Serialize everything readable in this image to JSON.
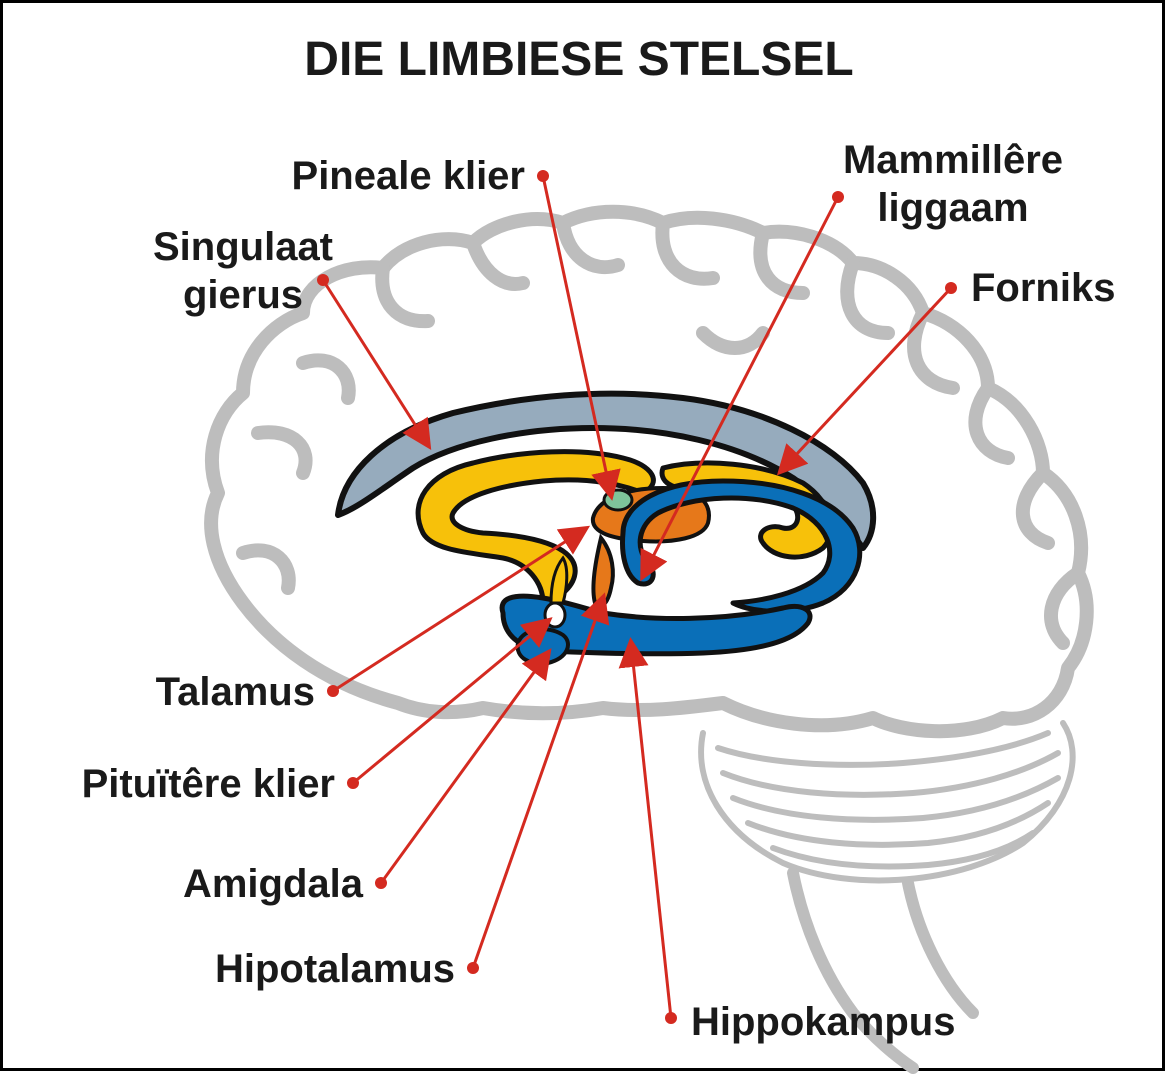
{
  "title": "DIE LIMBIESE STELSEL",
  "colors": {
    "outline": "#bdbdbd",
    "pointer": "#d42a20",
    "cingulate": "#96abbd",
    "yellow_structure": "#f7c10a",
    "blue_structure": "#0a6fb8",
    "orange_structure": "#e6781a",
    "pineal": "#7ec49a"
  },
  "labels": {
    "pineal_gland": "Pineale klier",
    "mammillary_line1": "Mammillêre",
    "mammillary_line2": "liggaam",
    "cingulate_line1": "Singulaat",
    "cingulate_line2": "gierus",
    "fornix": "Forniks",
    "thalamus": "Talamus",
    "pituitary": "Pituïtêre klier",
    "amygdala": "Amigdala",
    "hypothalamus": "Hipotalamus",
    "hippocampus": "Hippokampus"
  }
}
